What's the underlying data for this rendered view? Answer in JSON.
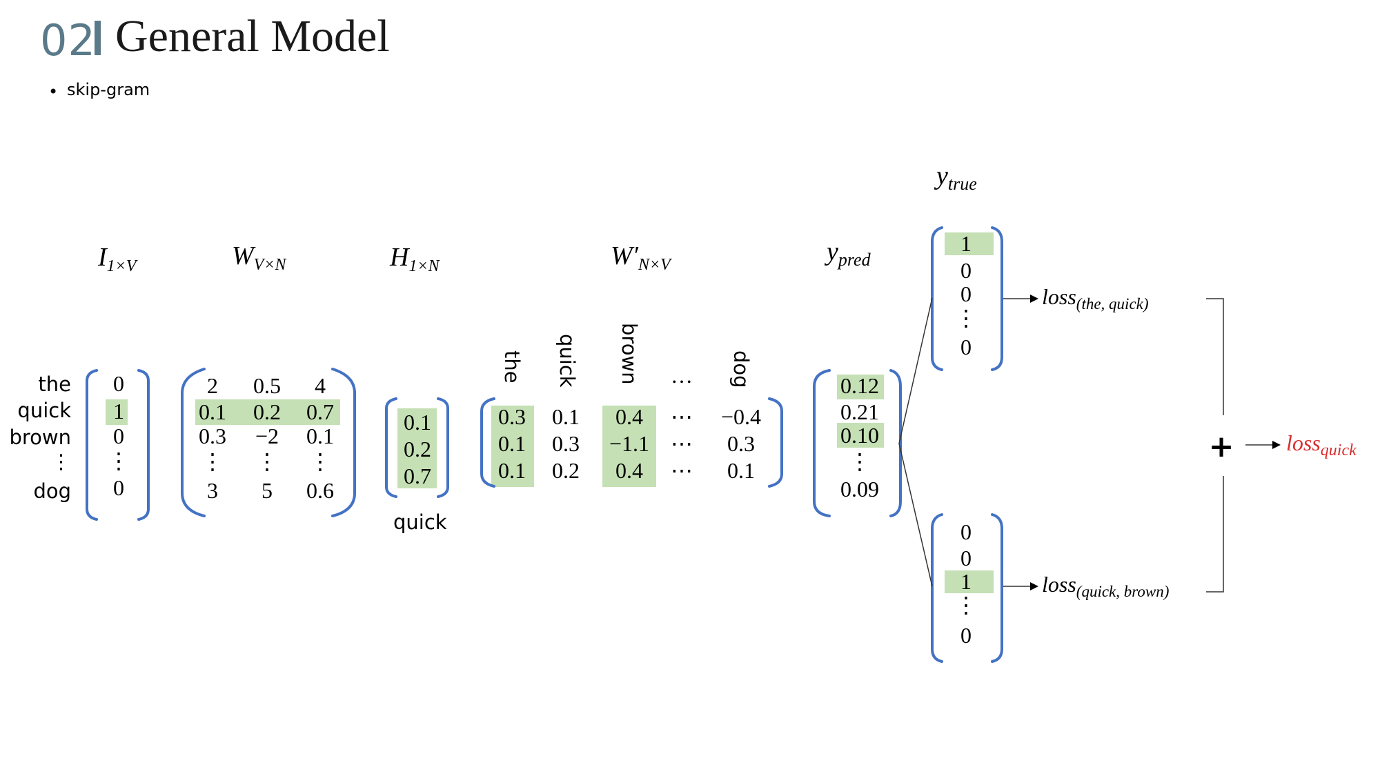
{
  "header": {
    "slide_number": "02",
    "title": "General Model"
  },
  "bullet": {
    "text": "skip-gram"
  },
  "colors": {
    "bracket": "#4472c4",
    "highlight": "#c5e0b4",
    "accent": "#5a7a89",
    "loss_total": "#d92d2d"
  },
  "row_labels": [
    "the",
    "quick",
    "brown",
    "⋮",
    "dog"
  ],
  "labels": {
    "I": {
      "main": "I",
      "sub": "1×V"
    },
    "W": {
      "main": "W",
      "sub": "V×N"
    },
    "H": {
      "main": "H",
      "sub": "1×N"
    },
    "Wp": {
      "main": "W′",
      "sub": "N×V"
    },
    "ypred": {
      "main": "y",
      "sub": "pred"
    },
    "ytrue": {
      "main": "y",
      "sub": "true"
    }
  },
  "input_vector": [
    "0",
    "1",
    "0",
    "⋮",
    "0"
  ],
  "w_matrix": [
    [
      "2",
      "0.5",
      "4"
    ],
    [
      "0.1",
      "0.2",
      "0.7"
    ],
    [
      "0.3",
      "−2",
      "0.1"
    ],
    [
      "⋮",
      "⋮",
      "⋮"
    ],
    [
      "3",
      "5",
      "0.6"
    ]
  ],
  "hidden_vector": [
    "0.1",
    "0.2",
    "0.7"
  ],
  "hidden_caption": "quick",
  "wprime_headers": [
    "the",
    "quick",
    "brown",
    "…",
    "dog"
  ],
  "wprime_matrix": [
    [
      "0.3",
      "0.1",
      "0.4",
      "⋯",
      "−0.4"
    ],
    [
      "0.1",
      "0.3",
      "−1.1",
      "⋯",
      "0.3"
    ],
    [
      "0.1",
      "0.2",
      "0.4",
      "⋯",
      "0.1"
    ]
  ],
  "ypred_vector": [
    "0.12",
    "0.21",
    "0.10",
    "⋮",
    "0.09"
  ],
  "ytrue_top": [
    "1",
    "0",
    "0",
    "⋮",
    "0"
  ],
  "ytrue_bottom": [
    "0",
    "0",
    "1",
    "⋮",
    "0"
  ],
  "losses": {
    "top": {
      "main": "loss",
      "sub": "(the, quick)"
    },
    "bottom": {
      "main": "loss",
      "sub": "(quick, brown)"
    },
    "plus": "+",
    "total": {
      "main": "loss",
      "sub": "quick"
    }
  }
}
